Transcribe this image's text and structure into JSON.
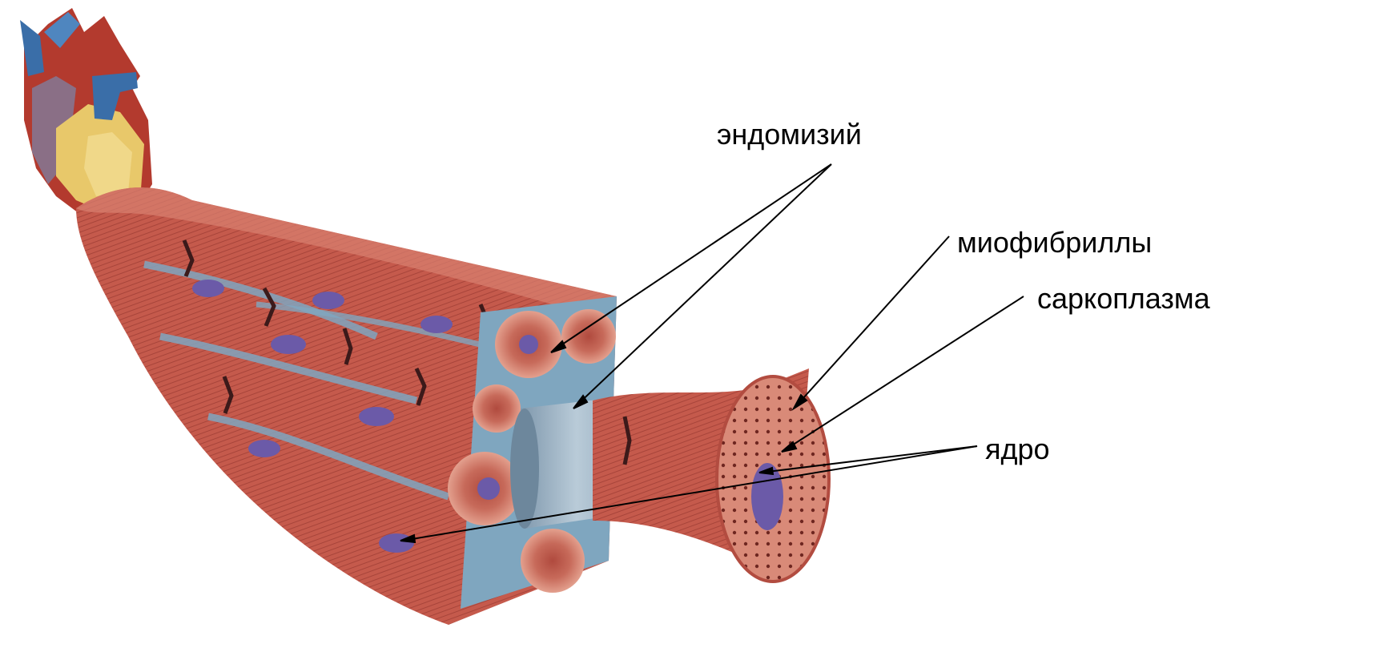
{
  "labels": {
    "endomysium": "эндомизий",
    "myofibrils": "миофибриллы",
    "sarcoplasm": "саркоплазма",
    "nucleus": "ядро"
  },
  "colors": {
    "muscle_red": "#c4584a",
    "muscle_light": "#d98a78",
    "muscle_dark": "#8a2e26",
    "endomysium_blue": "#7fa6bf",
    "nucleus_purple": "#6b5aa8",
    "heart_red": "#b33a2e",
    "vessel_blue": "#3a6ea8",
    "fat_yellow": "#e8c86a",
    "line": "#000000"
  }
}
